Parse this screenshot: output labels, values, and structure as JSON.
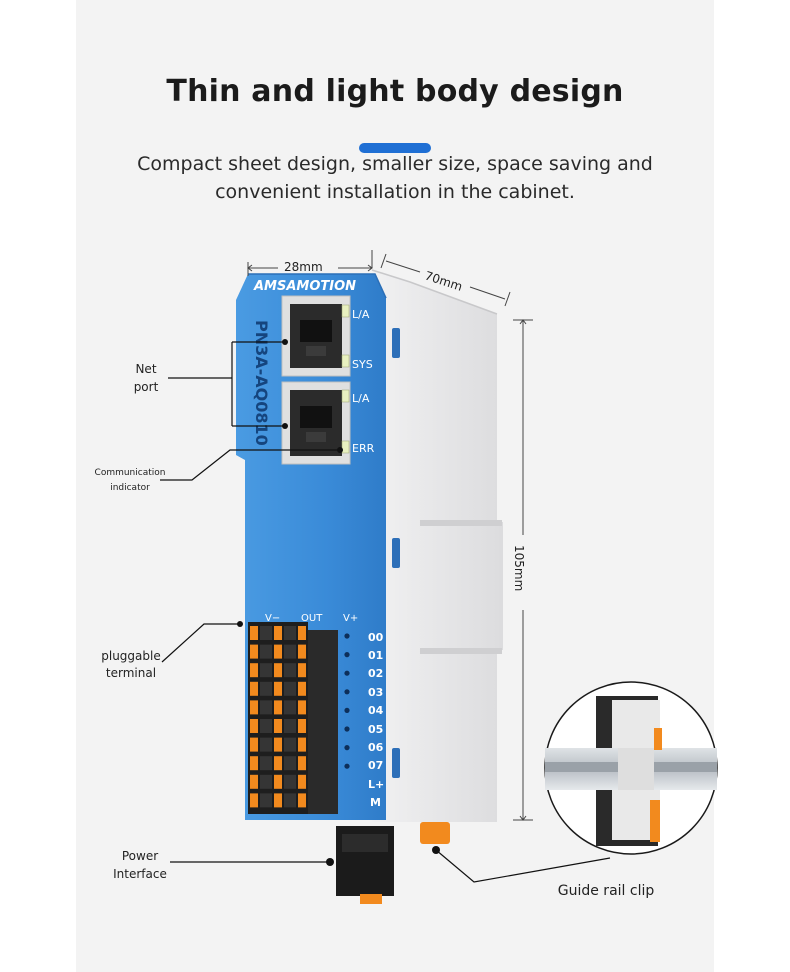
{
  "header": {
    "title": "Thin and light body design",
    "subtitle_line1": "Compact sheet design, smaller size, space saving and",
    "subtitle_line2": "convenient installation in the cabinet."
  },
  "dimensions": {
    "width": "28mm",
    "depth": "70mm",
    "height": "105mm"
  },
  "device": {
    "brand": "AMSAMOTION",
    "model": "PN3A-AQ0810",
    "port_led_1": "L/A",
    "port_led_2": "SYS",
    "port_led_3": "L/A",
    "port_led_4": "ERR",
    "terminal_header": [
      "V−",
      "OUT",
      "V+"
    ],
    "channels": [
      "00",
      "01",
      "02",
      "03",
      "04",
      "05",
      "06",
      "07",
      "L+",
      "M"
    ]
  },
  "callouts": {
    "net_port": [
      "Net",
      "port"
    ],
    "communication_indicator": [
      "Communication",
      "indicator"
    ],
    "pluggable_terminal": [
      "pluggable",
      "terminal"
    ],
    "power_interface": [
      "Power",
      "Interface"
    ],
    "guide_rail_clip": "Guide rail clip"
  },
  "colors": {
    "accent": "#1f6fd4",
    "device_blue": "#3b8fdc",
    "terminal_orange": "#f28a1e",
    "housing_gray": "#e7e7e9"
  }
}
